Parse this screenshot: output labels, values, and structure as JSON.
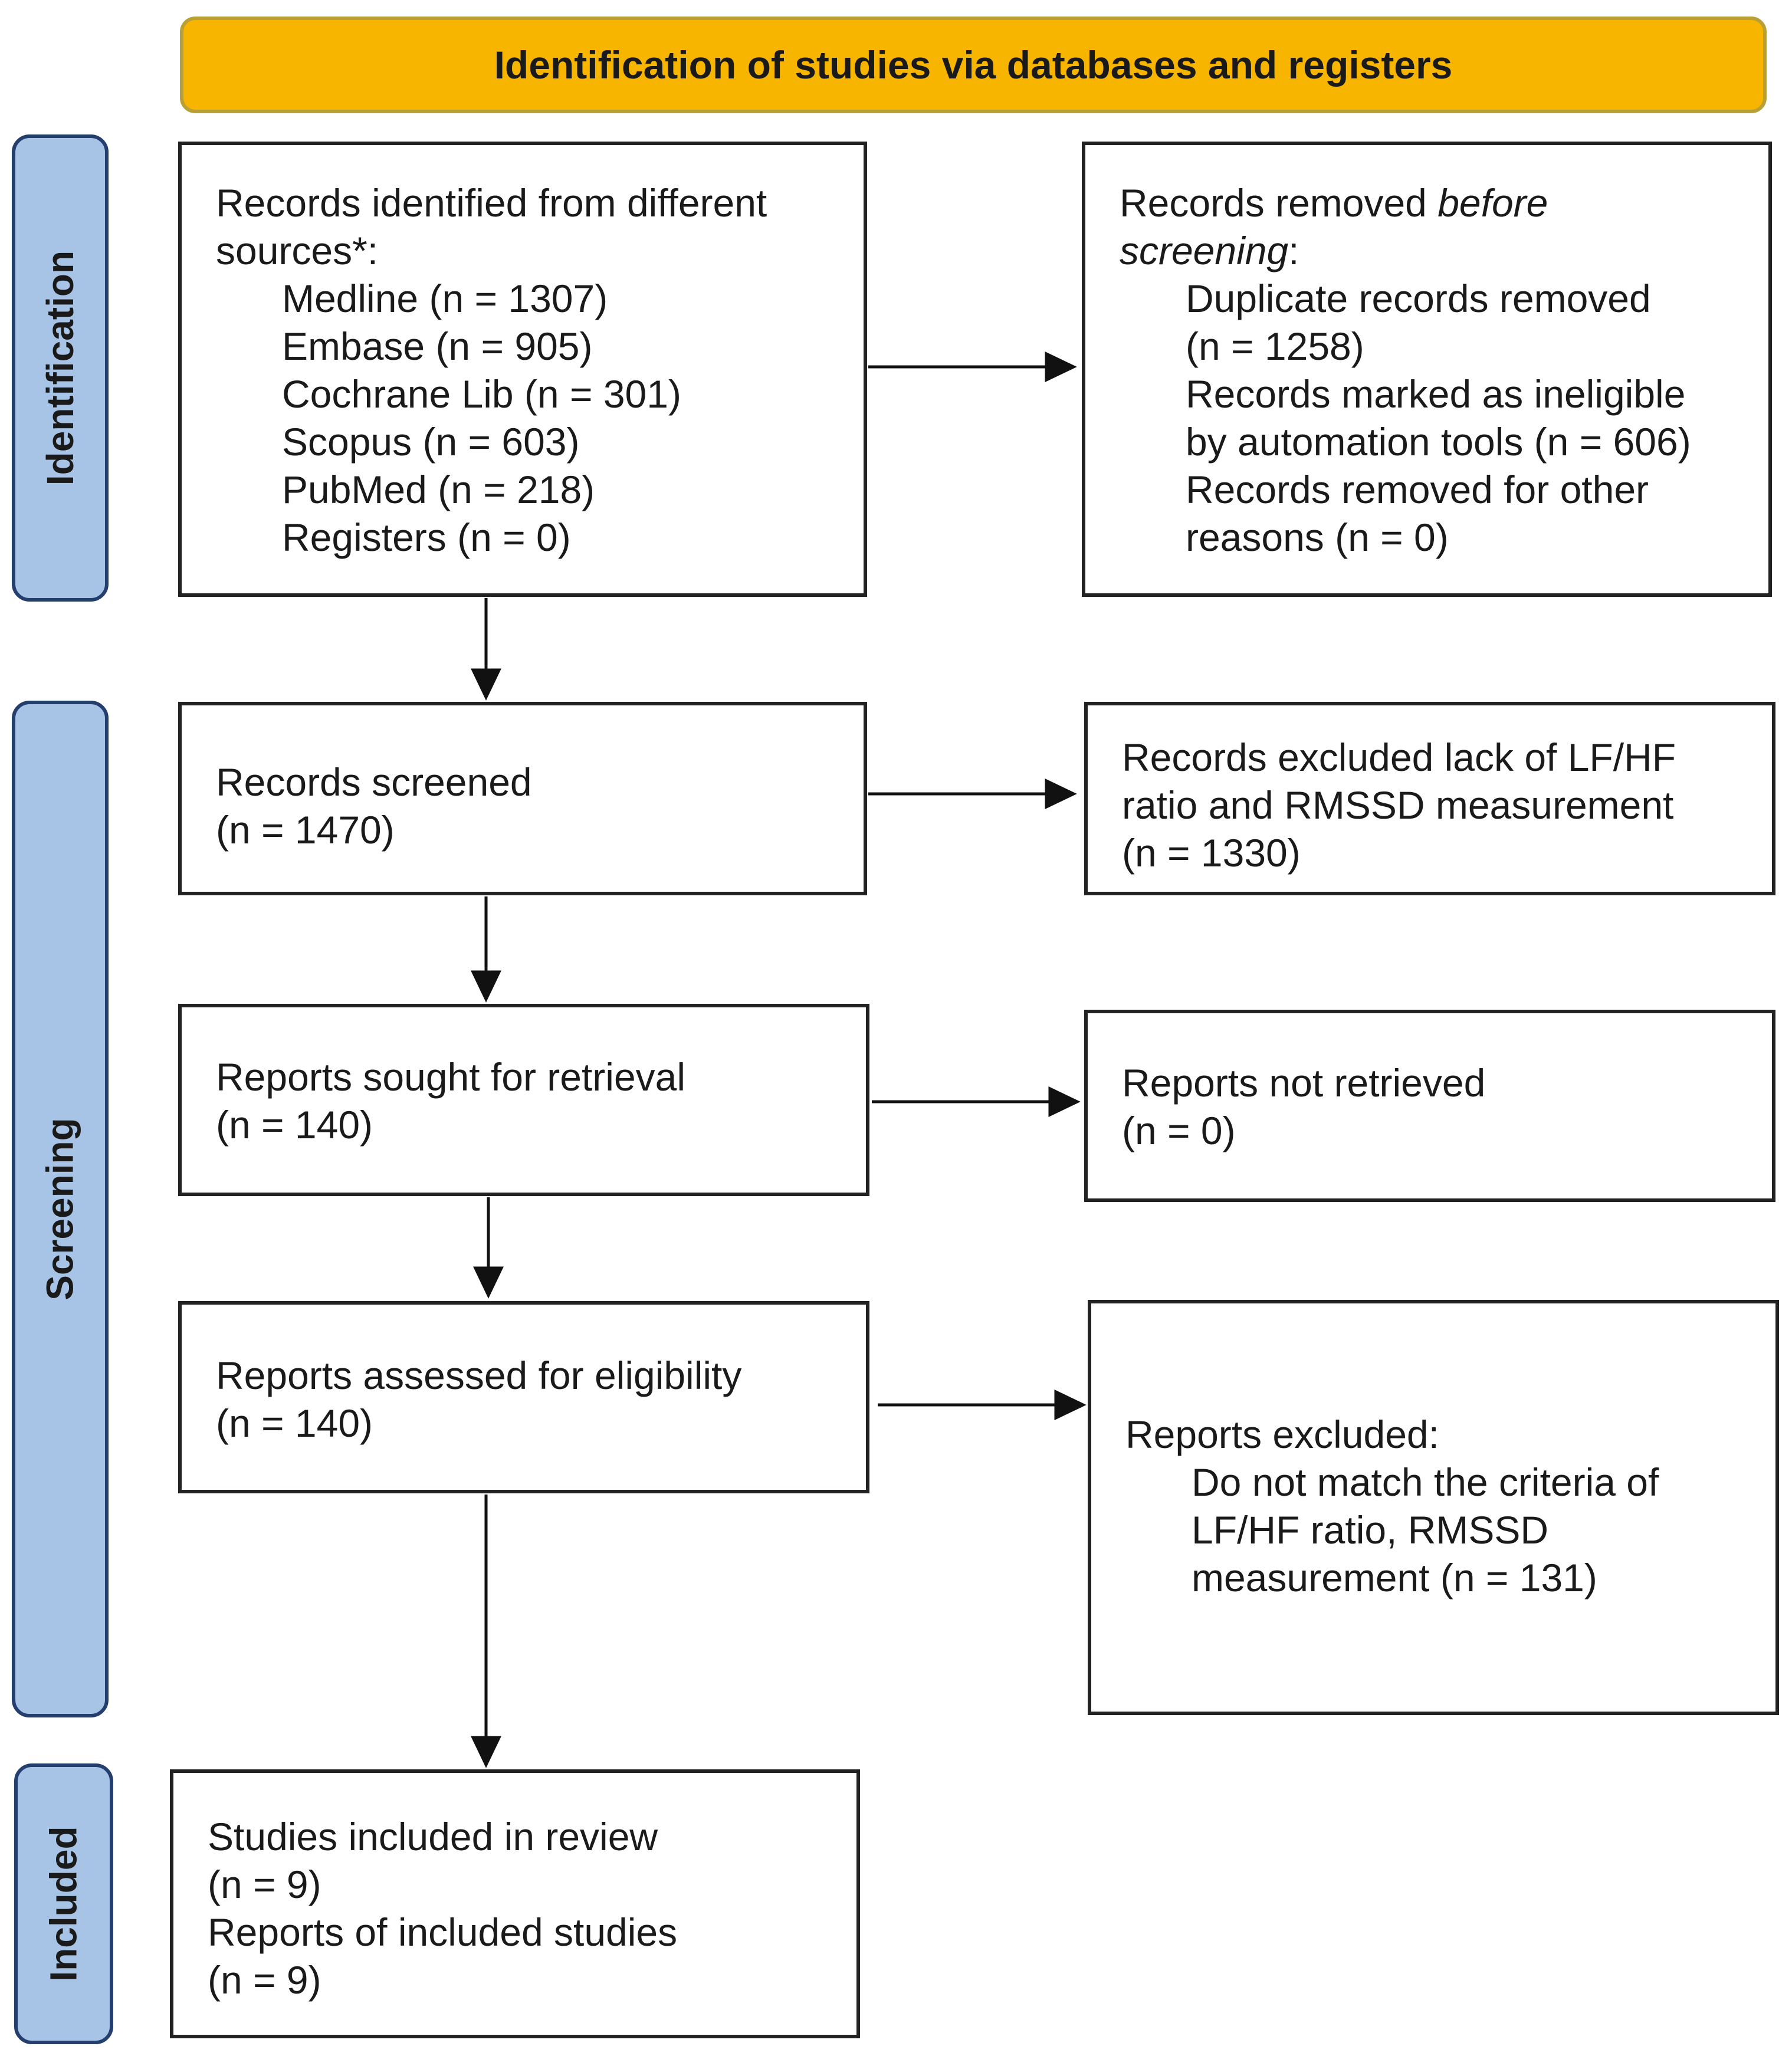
{
  "header": {
    "title": "Identification of studies via databases and registers"
  },
  "stages": {
    "identification": "Identification",
    "screening": "Screening",
    "included": "Included"
  },
  "identified": {
    "heading_line1": "Records identified from different",
    "heading_line2": "sources*:",
    "sources": [
      "Medline (n = 1307)",
      "Embase (n = 905)",
      "Cochrane Lib (n = 301)",
      "Scopus (n = 603)",
      "PubMed (n = 218)",
      "Registers (n = 0)"
    ]
  },
  "removed": {
    "heading_a": "Records removed ",
    "heading_b": "before",
    "heading_c": "screening",
    "heading_d": ":",
    "lines": [
      "Duplicate records removed",
      "(n = 1258)",
      "Records marked as ineligible",
      "by automation tools (n = 606)",
      "Records removed for other",
      "reasons (n = 0)"
    ]
  },
  "screened": {
    "label": "Records screened",
    "count": "(n = 1470)"
  },
  "excluded_screen": {
    "lines": [
      "Records excluded lack of LF/HF",
      "ratio and RMSSD measurement",
      "(n = 1330)"
    ]
  },
  "sought": {
    "label": "Reports sought for retrieval",
    "count": "(n = 140)"
  },
  "not_retrieved": {
    "label": "Reports not retrieved",
    "count": "(n = 0)"
  },
  "assessed": {
    "label": "Reports assessed for eligibility",
    "count": "(n = 140)"
  },
  "reports_excluded": {
    "heading": "Reports excluded:",
    "lines": [
      "Do not match the criteria of",
      "LF/HF ratio, RMSSD",
      "measurement (n = 131)"
    ]
  },
  "included": {
    "lines": [
      "Studies included in review",
      "(n = 9)",
      "Reports of included studies",
      "(n = 9)"
    ]
  }
}
